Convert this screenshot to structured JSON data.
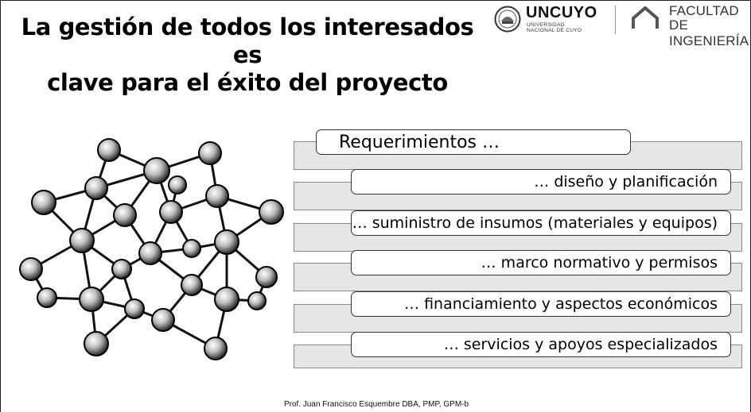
{
  "slide": {
    "title_line1": "La gestión de todos los interesados es",
    "title_line2": "clave para el éxito del proyecto"
  },
  "logos": {
    "uncuyo_name": "UNCUYO",
    "uncuyo_sub1": "UNIVERSIDAD",
    "uncuyo_sub2": "NACIONAL DE CUYO",
    "faculty_line1": "FACULTAD",
    "faculty_line2": "DE INGENIERÍA"
  },
  "rows": [
    {
      "label": "Requerimientos …"
    },
    {
      "label": "… diseño y planificación"
    },
    {
      "label": "… suministro de insumos (materiales y equipos)"
    },
    {
      "label": "… marco normativo y permisos"
    },
    {
      "label": "… financiamiento y aspectos económicos"
    },
    {
      "label": "… servicios y apoyos especializados"
    }
  ],
  "footer": {
    "text": "Prof. Juan Francisco Esquembre DBA, PMP, GPM-b"
  },
  "colors": {
    "bar_fill": "#e6e6e6",
    "bar_border": "#8a8a8a",
    "pill_border": "#333333"
  }
}
